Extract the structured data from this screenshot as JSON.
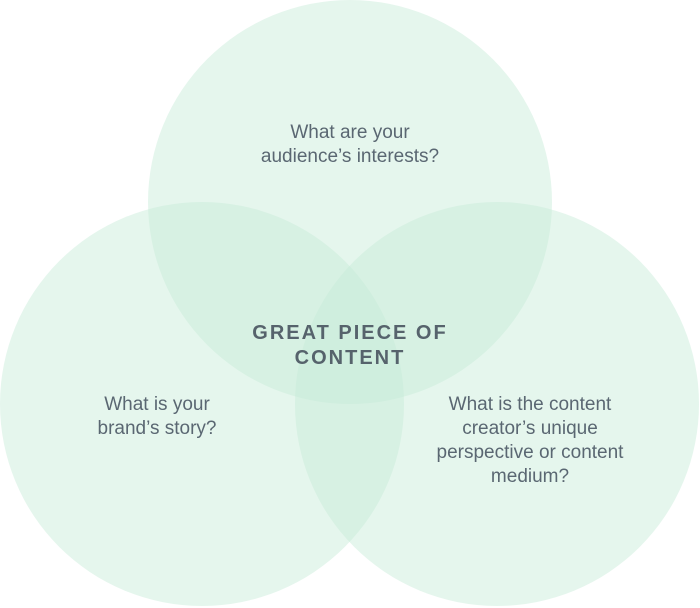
{
  "diagram": {
    "fill_color": "#c6ecd8",
    "text_color": "#5a6772",
    "circles": [
      {
        "name": "audience",
        "lines": [
          "What are your",
          "audience’s interests?"
        ]
      },
      {
        "name": "brand",
        "lines": [
          "What is your",
          "brand’s story?"
        ]
      },
      {
        "name": "creator",
        "lines": [
          "What is the content",
          "creator’s unique",
          "perspective or content",
          "medium?"
        ]
      }
    ],
    "center": {
      "lines": [
        "GREAT PIECE OF",
        "CONTENT"
      ]
    }
  }
}
